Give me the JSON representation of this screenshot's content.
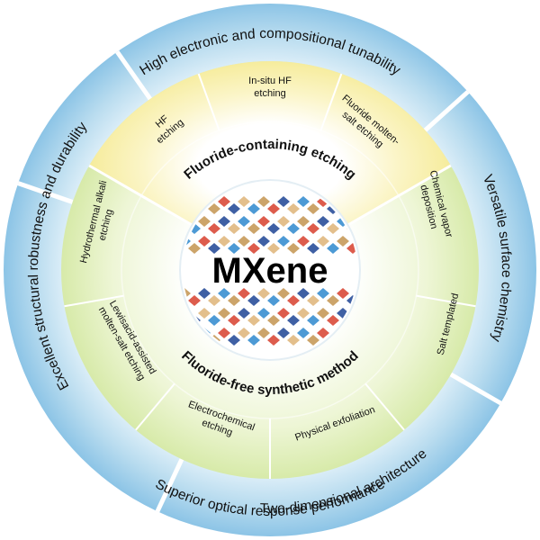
{
  "center": {
    "title": "MXene"
  },
  "outer_ring": [
    {
      "id": "tunability",
      "label": "High electronic and compositional tunability"
    },
    {
      "id": "surface",
      "label": "Versatile surface chemistry"
    },
    {
      "id": "architecture",
      "label": "Two-dimensional architecture"
    },
    {
      "id": "optical",
      "label": "Superior optical response performance"
    },
    {
      "id": "robustness",
      "label": "Excellent structural robustness and durability"
    }
  ],
  "fluoride_containing": {
    "title": "Fluoride-containing etching",
    "methods": [
      {
        "id": "hf",
        "lines": [
          "HF",
          "etching"
        ]
      },
      {
        "id": "insitu-hf",
        "lines": [
          "In-situ HF",
          "etching"
        ]
      },
      {
        "id": "fluoride-molten-salt",
        "lines": [
          "Fluoride molten-",
          "salt etching"
        ]
      }
    ]
  },
  "fluoride_free": {
    "title": "Fluoride-free synthetic method",
    "methods": [
      {
        "id": "cvd",
        "lines": [
          "Chemical vapor",
          "deposition"
        ]
      },
      {
        "id": "salt-templated",
        "lines": [
          "Salt templated"
        ]
      },
      {
        "id": "physical-exfoliation",
        "lines": [
          "Physical exfoliation"
        ]
      },
      {
        "id": "electrochemical",
        "lines": [
          "Electrochemical",
          "etching"
        ]
      },
      {
        "id": "lewis-acid",
        "lines": [
          "Lewisacid-assisted",
          "molten-salt etching"
        ]
      },
      {
        "id": "hydrothermal-alkali",
        "lines": [
          "Hydrothermal alkali",
          "etching"
        ]
      }
    ]
  },
  "colors": {
    "outer_ring": "#b9dcef",
    "outer_ring_edge": "#8cc4e6",
    "fluoride_containing": "#f6ec9c",
    "fluoride_free": "#d7eaa9",
    "center": "#ffffff",
    "divider": "#ffffff"
  }
}
